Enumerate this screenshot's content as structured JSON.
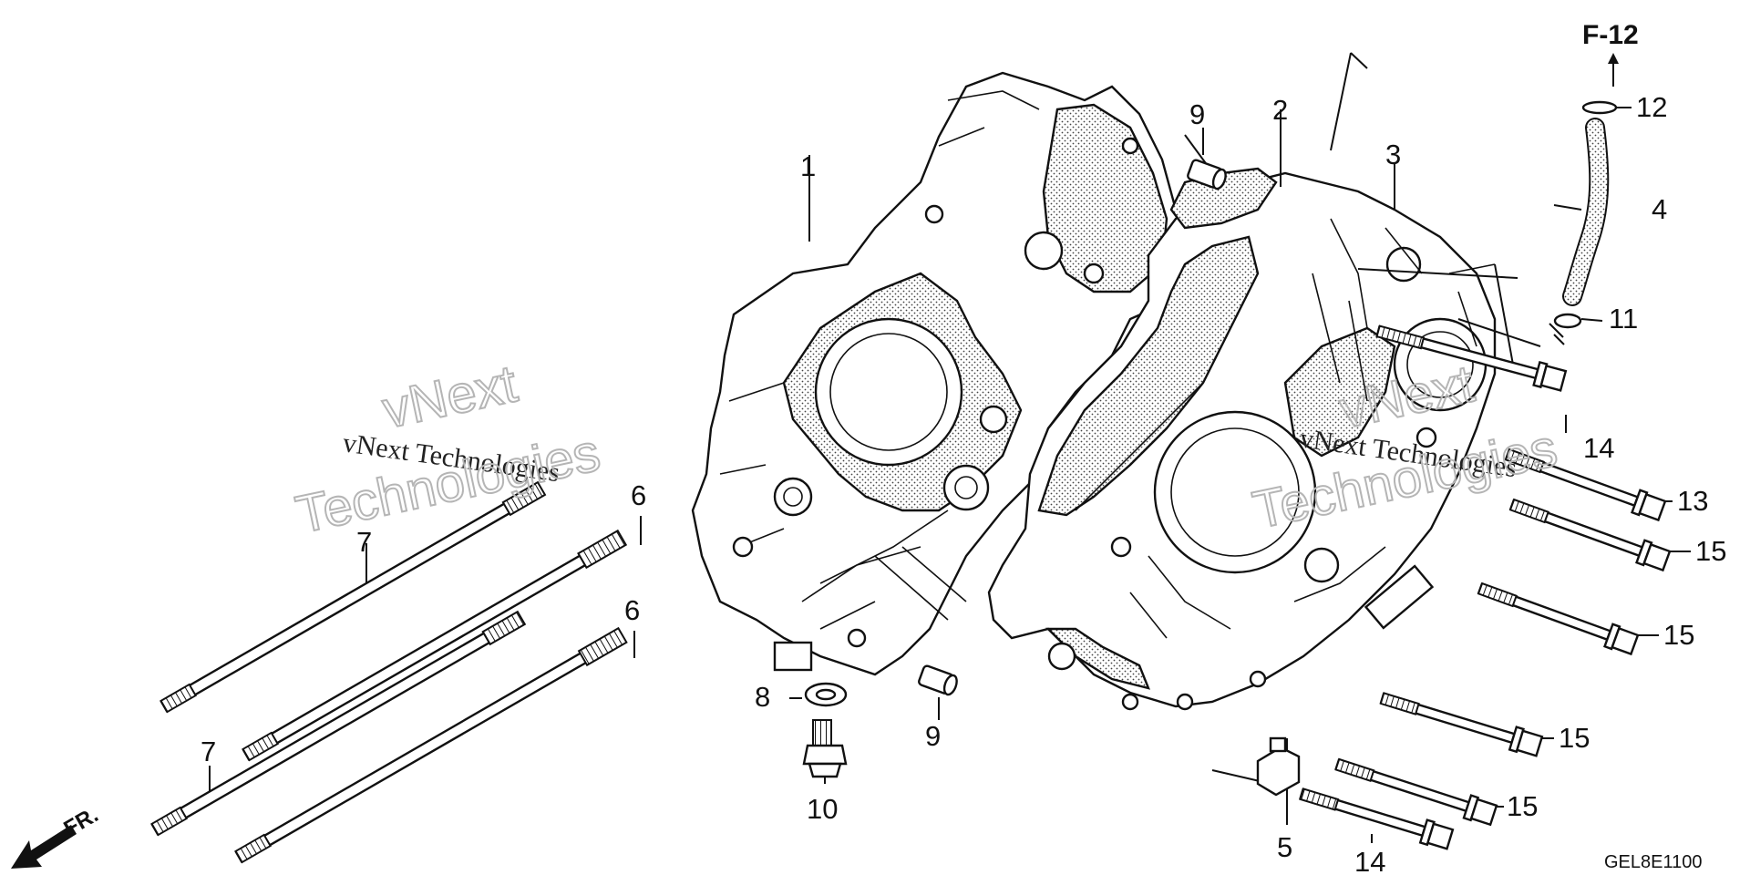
{
  "diagram": {
    "reference": "F-12",
    "code": "GEL8E1100",
    "direction_label": "FR.",
    "watermark": {
      "line1": "vNext Technologies",
      "line2_a": "vNext",
      "line2_b": "Technologies"
    },
    "callouts": {
      "c1": "1",
      "c2": "2",
      "c3": "3",
      "c4": "4",
      "c5": "5",
      "c6a": "6",
      "c6b": "6",
      "c7a": "7",
      "c7b": "7",
      "c8": "8",
      "c9a": "9",
      "c9b": "9",
      "c10": "10",
      "c11": "11",
      "c12": "12",
      "c13": "13",
      "c14a": "14",
      "c14b": "14",
      "c15a": "15",
      "c15b": "15",
      "c15c": "15",
      "c15d": "15"
    }
  }
}
